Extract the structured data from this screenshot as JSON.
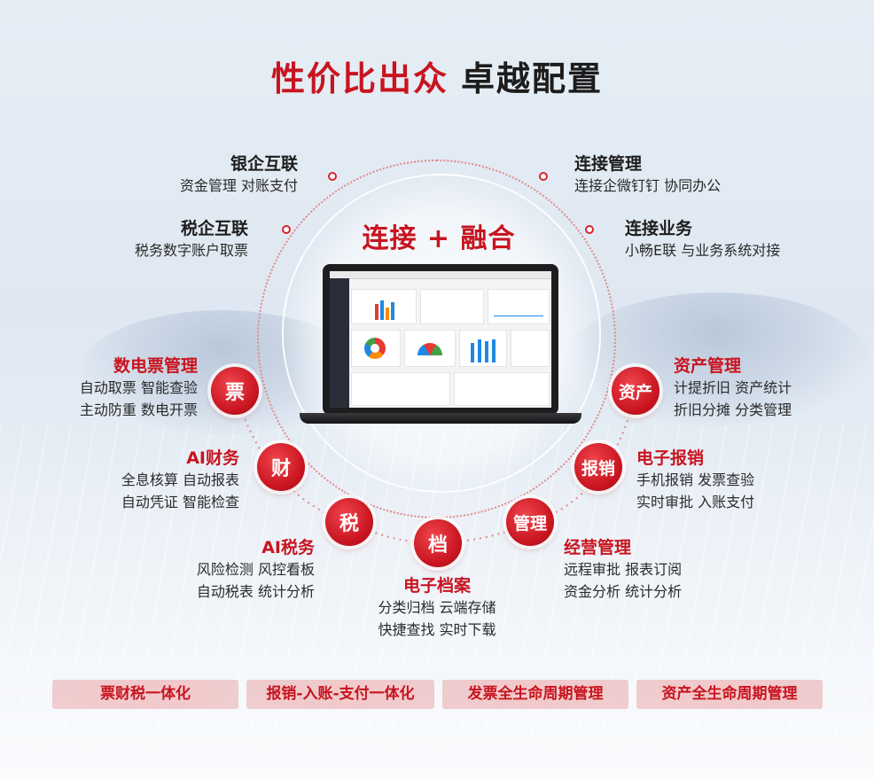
{
  "title": {
    "part1": "性价比出众",
    "part2": "卓越配置"
  },
  "center_label": "连接 + 融合",
  "top_features": [
    {
      "heading": "银企互联",
      "desc": "资金管理  对账支付"
    },
    {
      "heading": "税企互联",
      "desc": "税务数字账户取票"
    },
    {
      "heading": "连接管理",
      "desc": "连接企微钉钉  协同办公"
    },
    {
      "heading": "连接业务",
      "desc": "小畅E联  与业务系统对接"
    }
  ],
  "modules": [
    {
      "badge": "票",
      "heading": "数电票管理",
      "lines": [
        "自动取票  智能查验",
        "主动防重  数电开票"
      ]
    },
    {
      "badge": "财",
      "heading": "AI财务",
      "lines": [
        "全息核算  自动报表",
        "自动凭证  智能检查"
      ]
    },
    {
      "badge": "税",
      "heading": "AI税务",
      "lines": [
        "风险检测  风控看板",
        "自动税表  统计分析"
      ]
    },
    {
      "badge": "档",
      "heading": "电子档案",
      "lines": [
        "分类归档  云端存储",
        "快捷查找  实时下载"
      ]
    },
    {
      "badge": "管理",
      "heading": "经营管理",
      "lines": [
        "远程审批  报表订阅",
        "资金分析  统计分析"
      ]
    },
    {
      "badge": "报销",
      "heading": "电子报销",
      "lines": [
        "手机报销  发票查验",
        "实时审批  入账支付"
      ]
    },
    {
      "badge": "资产",
      "heading": "资产管理",
      "lines": [
        "计提折旧  资产统计",
        "折旧分摊  分类管理"
      ]
    }
  ],
  "tags": [
    "票财税一体化",
    "报销-入账-支付一体化",
    "发票全生命周期管理",
    "资产全生命周期管理"
  ],
  "colors": {
    "accent": "#c8141f",
    "text": "#1c1c1c"
  }
}
